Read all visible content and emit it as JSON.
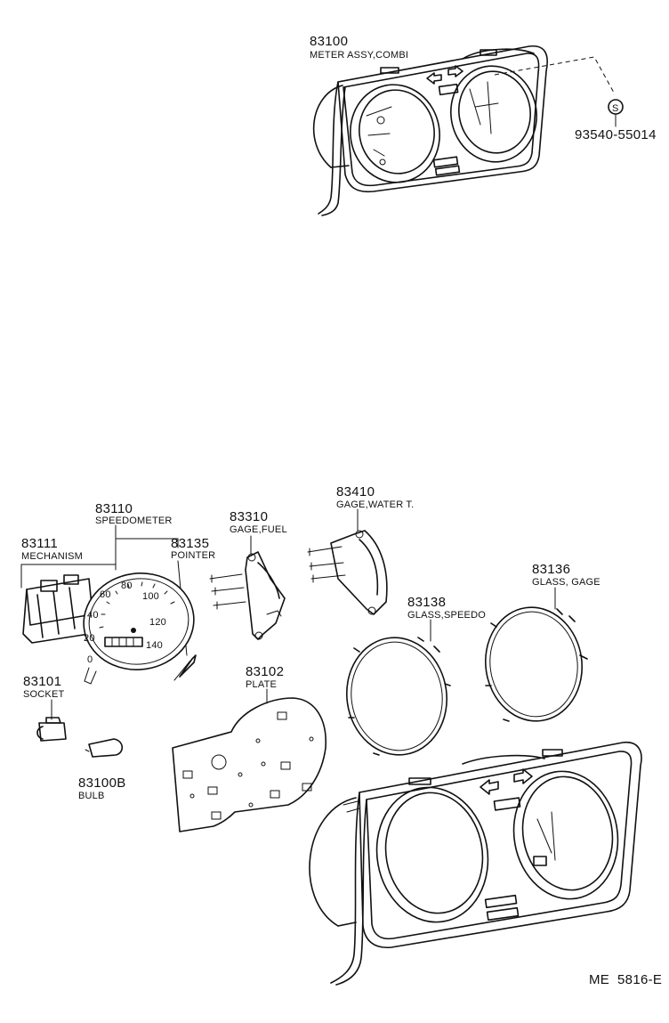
{
  "parts": {
    "meter_assy": {
      "number": "83100",
      "name": "METER ASSY,COMBI"
    },
    "screw": {
      "marker": "S",
      "number": "93540-55014"
    },
    "speedometer": {
      "number": "83110",
      "name": "SPEEDOMETER"
    },
    "mechanism": {
      "number": "83111",
      "name": "MECHANISM"
    },
    "pointer": {
      "number": "83135",
      "name": "POINTER"
    },
    "gage_fuel": {
      "number": "83310",
      "name": "GAGE,FUEL"
    },
    "gage_water": {
      "number": "83410",
      "name": "GAGE,WATER T."
    },
    "glass_gage": {
      "number": "83136",
      "name": "GLASS, GAGE"
    },
    "glass_speedo": {
      "number": "83138",
      "name": "GLASS,SPEEDO"
    },
    "plate": {
      "number": "83102",
      "name": "PLATE"
    },
    "socket": {
      "number": "83101",
      "name": "SOCKET"
    },
    "bulb": {
      "number": "83100B",
      "name": "BULB"
    }
  },
  "speedo_scale": [
    "0",
    "20",
    "40",
    "60",
    "80",
    "100",
    "120",
    "140"
  ],
  "diagram_code": "ME  5816-E"
}
